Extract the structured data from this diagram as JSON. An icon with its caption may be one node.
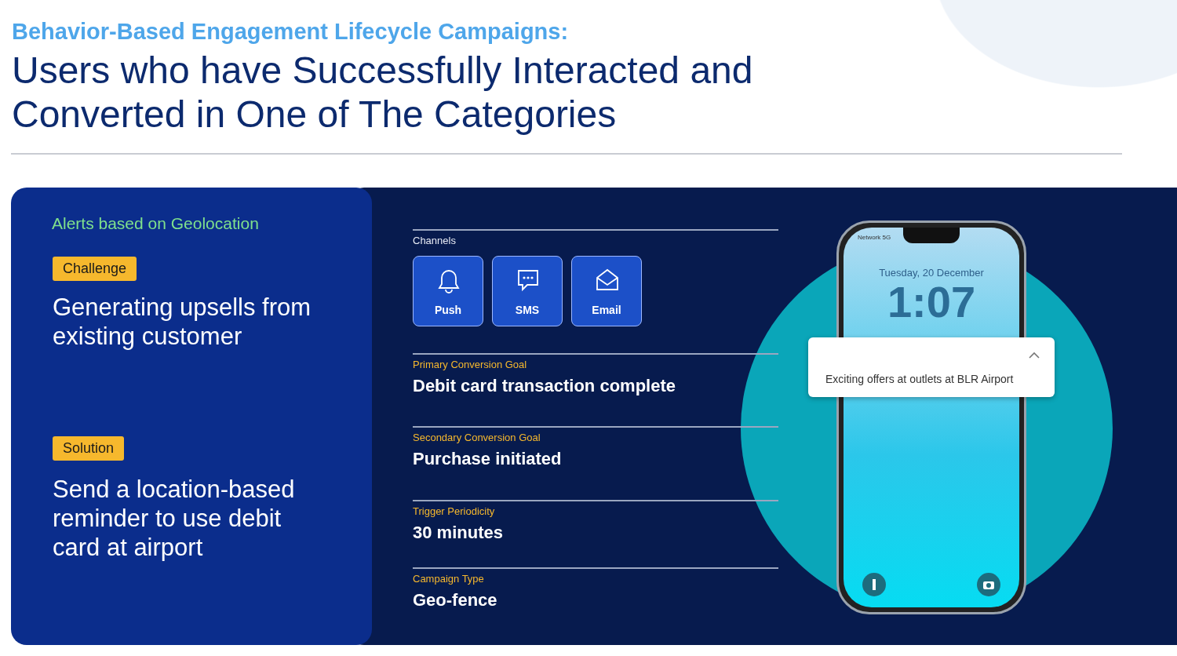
{
  "diagram": {
    "title": "Users who have Successfully Interacted and Converted in One of The Categories",
    "nodes": [
      {
        "text": [
          "Alerts based on Geolocation"
        ]
      },
      {
        "text": [
          "Challenge"
        ],
        "in": 0,
        "beside": [
          "Generating upsells from existing customer"
        ]
      },
      {
        "text": [
          "Solution"
        ],
        "in": 0,
        "beside": [
          "Send a location-based reminder to use debit card at airport"
        ]
      },
      {
        "text": [
          "Push"
        ]
      },
      {
        "text": [
          "SMS"
        ]
      },
      {
        "text": [
          "Email"
        ]
      },
      {
        "text": [
          "Network 5G",
          "Tuesday, 20 December",
          "1:07"
        ]
      },
      {
        "text": [
          "Exciting offers at outlets at BLR Airport"
        ]
      }
    ],
    "edges": [],
    "labels": [
      "Behavior-Based Engagement Lifecycle Campaigns:",
      "Channels",
      "Primary Conversion Goal",
      "Debit card transaction complete",
      "Secondary Conversion Goal",
      "Purchase initiated",
      "Trigger Periodicity",
      "30 minutes",
      "Campaign Type",
      "Geo-fence"
    ]
  }
}
